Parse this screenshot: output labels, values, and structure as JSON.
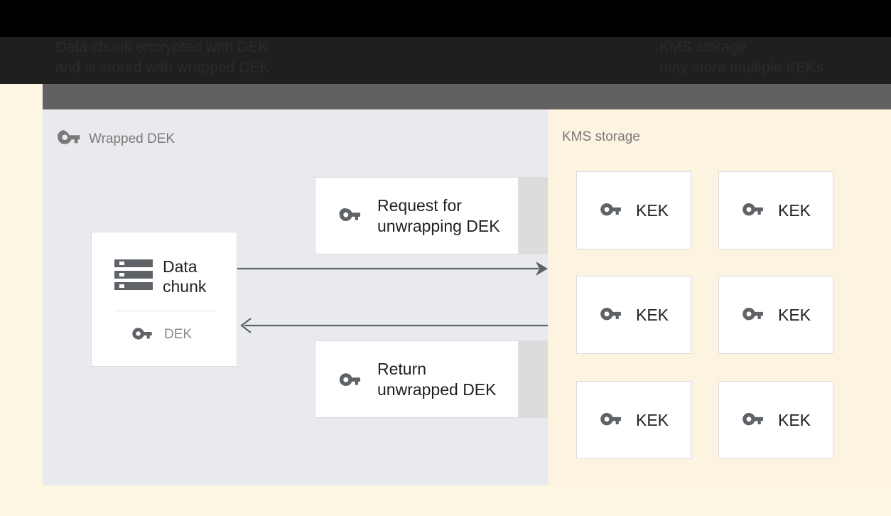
{
  "header": {
    "caption_left": "Data chunk encrypted with DEK\nand is stored with wrapped DEK",
    "caption_right": "KMS storage\nmay store multiple KEKs"
  },
  "left_panel": {
    "heading": "Wrapped DEK",
    "heading_icon": "key-icon",
    "data_chunk_card": {
      "icon": "server-stack-icon",
      "title": "Data\nchunk",
      "key_icon": "key-icon",
      "key_label": "DEK"
    },
    "messages": [
      {
        "icon": "key-icon",
        "label": "Request for\nunwrapping DEK"
      },
      {
        "icon": "key-icon",
        "label": "Return\nunwrapped DEK"
      }
    ],
    "arrows": [
      {
        "name": "request-arrow",
        "direction": "right"
      },
      {
        "name": "response-arrow",
        "direction": "left"
      }
    ]
  },
  "right_panel": {
    "heading": "KMS storage",
    "keys": [
      {
        "icon": "key-icon",
        "label": "KEK"
      },
      {
        "icon": "key-icon",
        "label": "KEK"
      },
      {
        "icon": "key-icon",
        "label": "KEK"
      },
      {
        "icon": "key-icon",
        "label": "KEK"
      },
      {
        "icon": "key-icon",
        "label": "KEK"
      },
      {
        "icon": "key-icon",
        "label": "KEK"
      }
    ]
  },
  "colors": {
    "page_background": "#fdf6e3",
    "left_panel": "#e8eaed",
    "right_panel": "#fcf4e0",
    "card_border": "#dadce0",
    "icon_gray": "#5f6368",
    "heading_gray": "#7a7a7a",
    "text_dark": "#202124",
    "band_gray": "#dcdcdc",
    "strip_gray": "#616161"
  }
}
